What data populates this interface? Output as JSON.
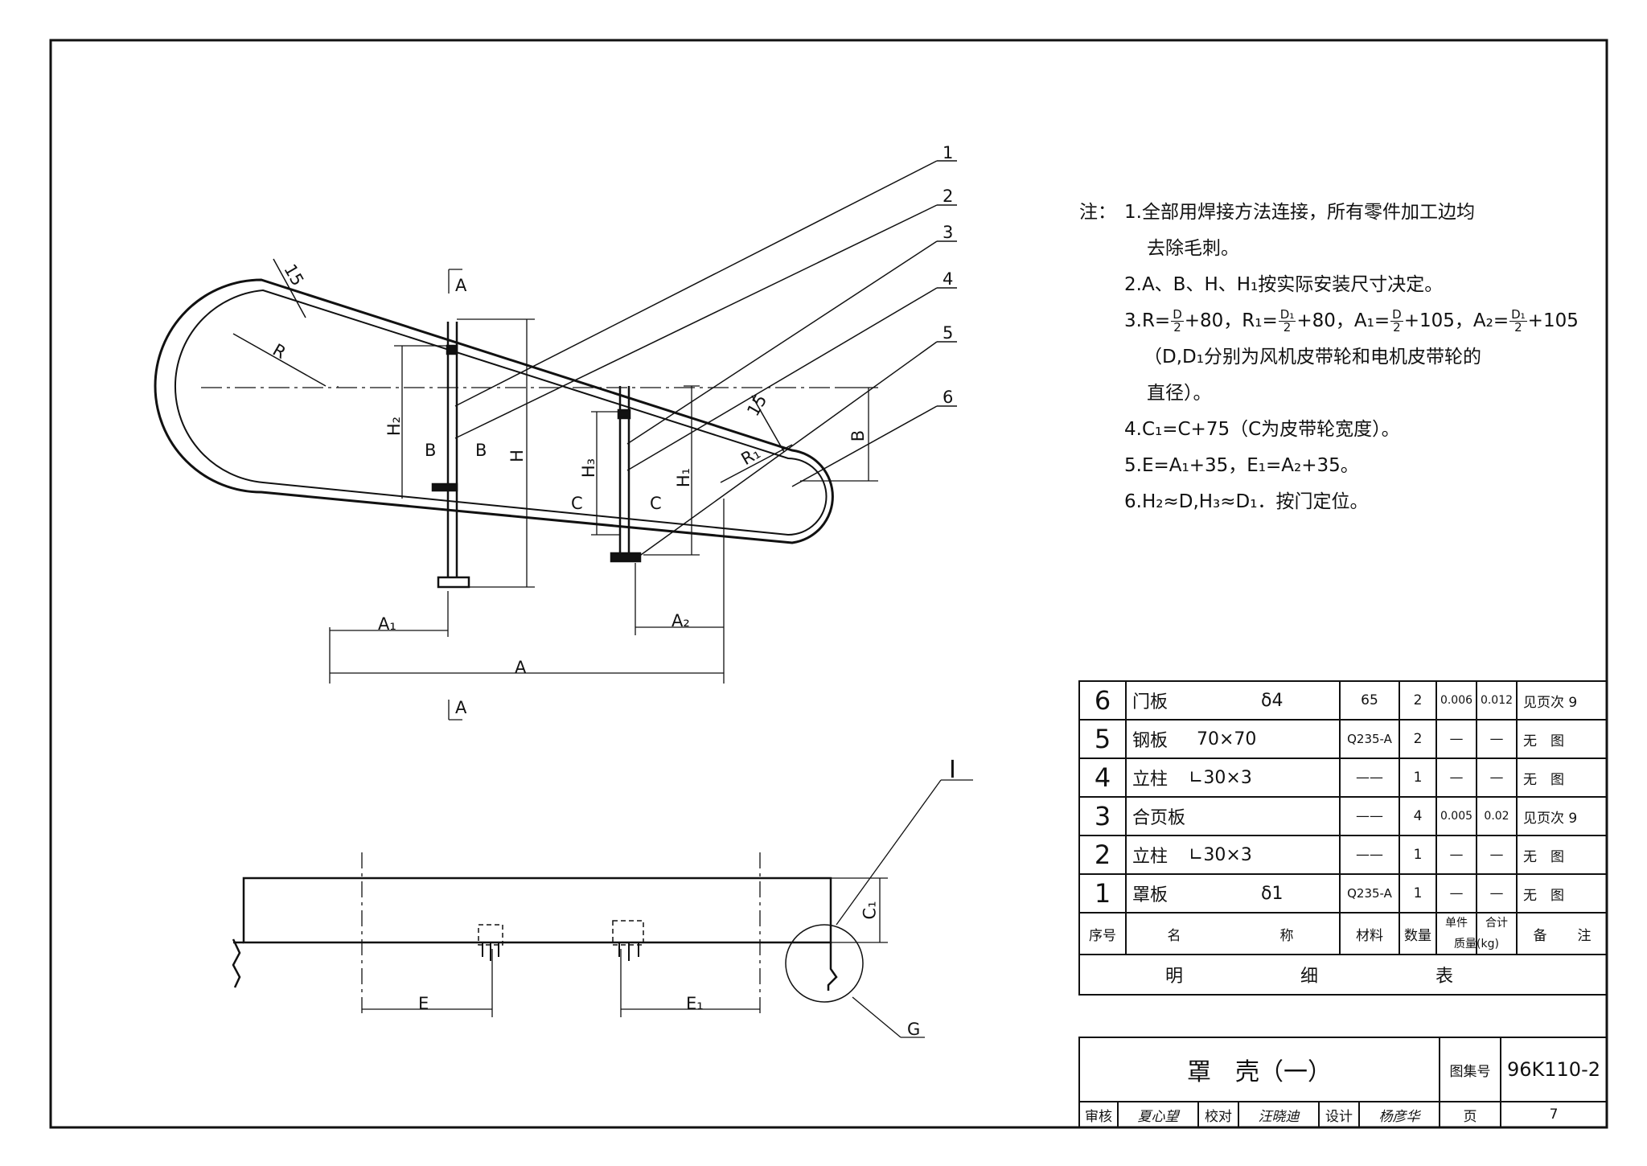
{
  "notes": {
    "head": "注：",
    "n1a": "1.全部用焊接方法连接，所有零件加工边均",
    "n1b": "去除毛刺。",
    "n2": "2.A、B、H、H₁按实际安装尺寸决定。",
    "n3_pre": "3.R=",
    "n3_f1_num": "D",
    "n3_f1_den": "2",
    "n3_mid1": "+80，R₁=",
    "n3_f2_num": "D₁",
    "n3_f2_den": "2",
    "n3_mid2": "+80，A₁=",
    "n3_f3_num": "D",
    "n3_f3_den": "2",
    "n3_mid3": "+105，A₂=",
    "n3_f4_num": "D₁",
    "n3_f4_den": "2",
    "n3_end": "+105",
    "n3b": "（D,D₁分别为风机皮带轮和电机皮带轮的",
    "n3c": "直径）。",
    "n4": "4.C₁=C+75（C为皮带轮宽度）。",
    "n5": "5.E=A₁+35，E₁=A₂+35。",
    "n6": "6.H₂≈D,H₃≈D₁．按门定位。"
  },
  "dims": {
    "A": "A",
    "A1": "A₁",
    "A2": "A₂",
    "B": "B",
    "H": "H",
    "H1": "H₁",
    "H2": "H₂",
    "H3": "H₃",
    "R": "R",
    "R1": "R₁",
    "r15a": "15",
    "r15b": "15",
    "secA_top": "A",
    "secA_bot": "A",
    "secB1": "B",
    "secB2": "B",
    "secC1": "C",
    "secC2": "C",
    "E": "E",
    "E1": "E₁",
    "C1": "C₁",
    "detail": "I",
    "detailMark": "G"
  },
  "leaders": [
    "1",
    "2",
    "3",
    "4",
    "5",
    "6"
  ],
  "bom": {
    "rows": [
      {
        "no": "6",
        "name": "门板",
        "spec": "δ4",
        "mat": "65",
        "qty": "2",
        "unit": "0.006",
        "total": "0.012",
        "note": "见页次 9"
      },
      {
        "no": "5",
        "name": "钢板",
        "spec": "70×70",
        "mat": "Q235-A",
        "qty": "2",
        "unit": "—",
        "total": "—",
        "note": "无　图"
      },
      {
        "no": "4",
        "name": "立柱",
        "spec": "∟30×3",
        "mat": "——",
        "qty": "1",
        "unit": "—",
        "total": "—",
        "note": "无　图"
      },
      {
        "no": "3",
        "name": "合页板",
        "spec": "",
        "mat": "——",
        "qty": "4",
        "unit": "0.005",
        "total": "0.02",
        "note": "见页次 9"
      },
      {
        "no": "2",
        "name": "立柱",
        "spec": "∟30×3",
        "mat": "——",
        "qty": "1",
        "unit": "—",
        "total": "—",
        "note": "无　图"
      },
      {
        "no": "1",
        "name": "罩板",
        "spec": "δ1",
        "mat": "Q235-A",
        "qty": "1",
        "unit": "—",
        "total": "—",
        "note": "无　图"
      }
    ],
    "header": {
      "no": "序号",
      "name": "名",
      "name2": "称",
      "mat": "材料",
      "qty": "数量",
      "unit": "单件",
      "total": "合计",
      "weight": "质量(kg)",
      "note": "备",
      "note2": "注"
    },
    "caption1": "明",
    "caption2": "细",
    "caption3": "表"
  },
  "title_block": {
    "title": "罩　壳（一）",
    "atlas_label": "图集号",
    "atlas_no": "96K110-2",
    "review_label": "审核",
    "review_sig": "夏心望",
    "check_label": "校对",
    "check_sig": "汪晓迪",
    "design_label": "设计",
    "design_sig": "杨彦华",
    "page_label": "页",
    "page_no": "7"
  }
}
